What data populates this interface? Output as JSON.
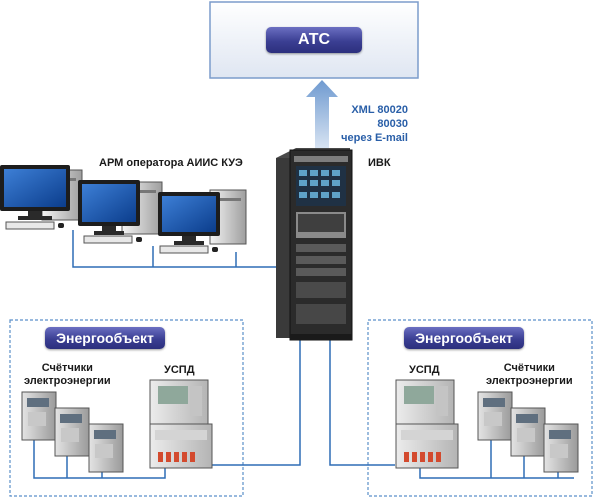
{
  "ats": {
    "label": "АТС"
  },
  "ivk": {
    "label": "ИВК"
  },
  "transfer": {
    "lines": [
      "XML 80020",
      "80030",
      "через E-mail"
    ]
  },
  "arm": {
    "label": "АРМ оператора АИИС КУЭ"
  },
  "left_object": {
    "title": "Энергообъект",
    "meters_label": [
      "Счётчики",
      "электроэнергии"
    ],
    "uspd_label": "УСПД"
  },
  "right_object": {
    "title": "Энергообъект",
    "meters_label": [
      "Счётчики",
      "электроэнергии"
    ],
    "uspd_label": "УСПД"
  },
  "colors": {
    "line": "#2f6db5",
    "border": "#5b8fc9",
    "pill": "#3b3f93"
  }
}
